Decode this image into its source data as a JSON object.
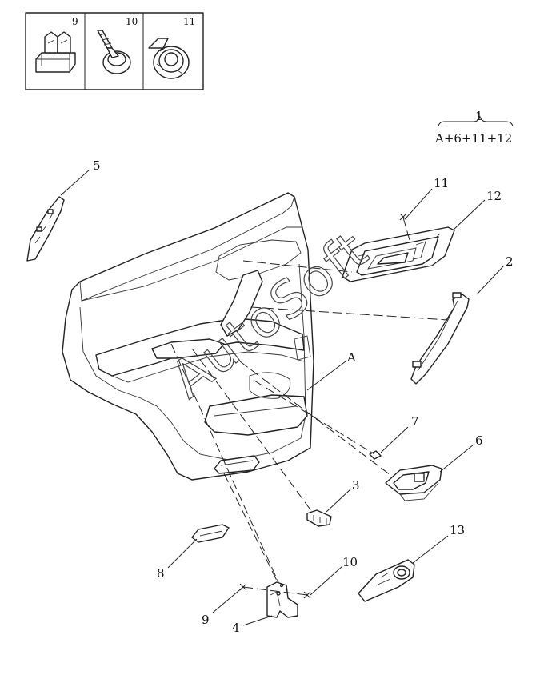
{
  "legend_cells": [
    {
      "number": "9",
      "icon": "push-clip-icon"
    },
    {
      "number": "10",
      "icon": "fir-tree-clip-icon"
    },
    {
      "number": "11",
      "icon": "retainer-clip-icon"
    }
  ],
  "assembly": {
    "number": "1",
    "formula": "A+6+11+12"
  },
  "callouts": {
    "c5": "5",
    "c11": "11",
    "c12": "12",
    "c2": "2",
    "cA": "A",
    "c7": "7",
    "c6": "6",
    "c3": "3",
    "c8": "8",
    "c13": "13",
    "c10": "10",
    "c9": "9",
    "c4": "4"
  },
  "watermark": "AutoSoft",
  "colors": {
    "line": "#222222",
    "background": "#ffffff"
  }
}
